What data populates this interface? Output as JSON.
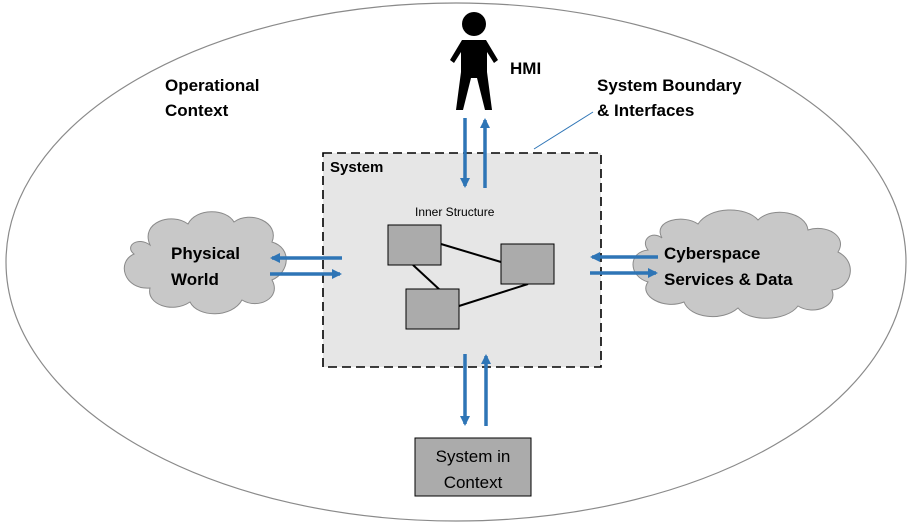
{
  "diagram": {
    "operational_context_line1": "Operational",
    "operational_context_line2": "Context",
    "hmi_label": "HMI",
    "boundary_label_line1": "System Boundary",
    "boundary_label_line2": "& Interfaces",
    "system_label": "System",
    "inner_structure_label": "Inner Structure",
    "physical_world_line1": "Physical",
    "physical_world_line2": "World",
    "cyberspace_line1": "Cyberspace",
    "cyberspace_line2": "Services & Data",
    "system_in_context_line1": "System in",
    "system_in_context_line2": "Context",
    "colors": {
      "arrow": "#2e75b6",
      "cloud_fill": "#c8c8c8",
      "system_fill": "#e6e6e6",
      "component_fill": "#ababab",
      "context_box_fill": "#ababab"
    }
  }
}
